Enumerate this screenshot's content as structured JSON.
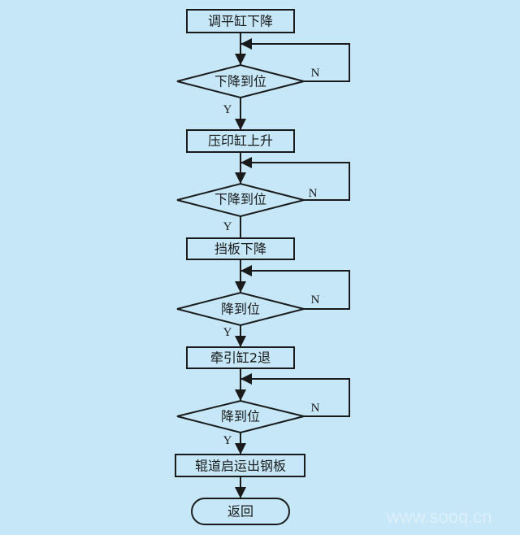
{
  "flowchart": {
    "steps": [
      {
        "type": "process",
        "text": "调平缸下降"
      },
      {
        "type": "decision",
        "text": "下降到位",
        "yes": "Y",
        "no": "N"
      },
      {
        "type": "process",
        "text": "压印缸上升"
      },
      {
        "type": "decision",
        "text": "下降到位",
        "yes": "Y",
        "no": "N"
      },
      {
        "type": "process",
        "text": "挡板下降"
      },
      {
        "type": "decision",
        "text": "降到位",
        "yes": "Y",
        "no": "N"
      },
      {
        "type": "process",
        "text": "牵引缸2退"
      },
      {
        "type": "decision",
        "text": "降到位",
        "yes": "Y",
        "no": "N"
      },
      {
        "type": "process",
        "text": "辊道启运出钢板"
      },
      {
        "type": "terminal",
        "text": "返回"
      }
    ]
  },
  "watermark": "www.sooq.cn"
}
